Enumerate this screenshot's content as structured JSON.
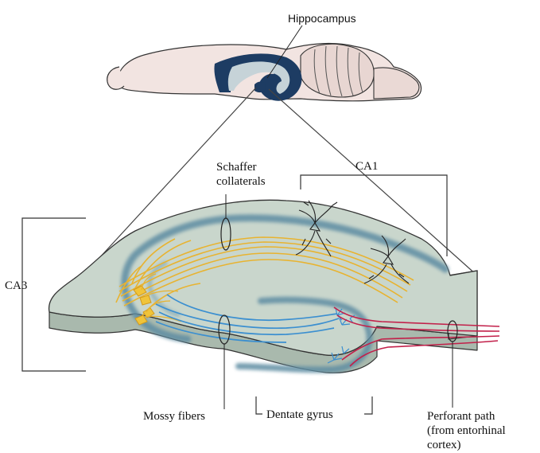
{
  "labels": {
    "hippocampus": "Hippocampus",
    "ca1": "CA1",
    "ca3": "CA3",
    "schaffer_line1": "Schaffer",
    "schaffer_line2": "collaterals",
    "mossy_fibers": "Mossy fibers",
    "dentate_gyrus": "Dentate gyrus",
    "perforant_line1": "Perforant path",
    "perforant_line2": "(from entorhinal",
    "perforant_line3": "cortex)"
  },
  "colors": {
    "tissue": "#c9d6cc",
    "tissue_side": "#a9b9ad",
    "cell_layer": "#5f8da3",
    "schaffer": "#e8b330",
    "mossy": "#3b8fd0",
    "perforant": "#c2204a",
    "brain": "#f2e4e1",
    "hippocampus_dark": "#1d3c63",
    "outline": "#333333"
  }
}
